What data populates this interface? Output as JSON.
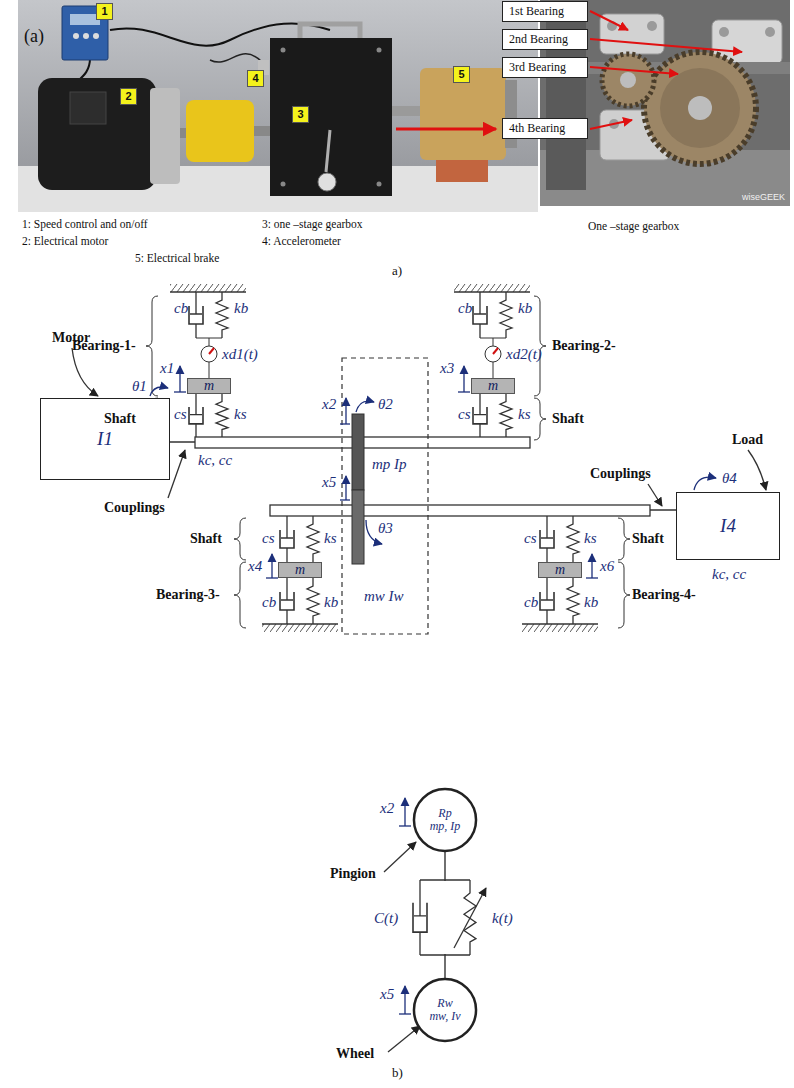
{
  "diagram": {
    "nodes": [
      {
        "text": [
          "1"
        ]
      },
      {
        "text": [
          "2"
        ]
      },
      {
        "text": [
          "3"
        ]
      },
      {
        "text": [
          "4"
        ]
      },
      {
        "text": [
          "5"
        ]
      },
      {
        "text": [
          "1st Bearing"
        ]
      },
      {
        "text": [
          "2nd Bearing"
        ]
      },
      {
        "text": [
          "3rd Bearing"
        ]
      },
      {
        "text": [
          "4th Bearing"
        ]
      },
      {
        "text": [
          "I1"
        ]
      },
      {
        "text": [
          "m"
        ]
      },
      {
        "text": [
          "m"
        ]
      },
      {
        "text": [
          "m"
        ]
      },
      {
        "text": [
          "m"
        ]
      },
      {
        "text": [
          "I4"
        ]
      },
      {
        "text": [
          "Rp",
          "mp, Ip"
        ]
      },
      {
        "text": [
          "Rw",
          "mw, Iv"
        ]
      }
    ],
    "edges": [
      {
        "from": 15,
        "to": 16,
        "arrow": "none"
      }
    ],
    "labels": [
      "(a)",
      "1: Speed control and on/off",
      "3: one –stage gearbox",
      "2: Electrical motor",
      "4: Accelerometer",
      "5: Electrical brake",
      "One –stage gearbox",
      "wiseGEEK",
      "a)",
      "Bearing-1-",
      "cb",
      "kb",
      "xd1(t)",
      "Bearing-2-",
      "cb",
      "kb",
      "xd2(t)",
      "Motor",
      "x1",
      "x3",
      "x2",
      "θ2",
      "θ1",
      "Shaft",
      "cs",
      "ks",
      "cs",
      "ks",
      "Shaft",
      "kc, cc",
      "mp Ip",
      "Load",
      "θ4",
      "Couplings",
      "x5",
      "Couplings",
      "θ3",
      "cs",
      "ks",
      "Shaft",
      "cs",
      "ks",
      "Shaft",
      "x4",
      "x6",
      "kc, cc",
      "mw Iw",
      "Bearing-3-",
      "cb",
      "kb",
      "cb",
      "kb",
      "Bearing-4-",
      "x2",
      "Pingion",
      "C(t)",
      "k(t)",
      "x5",
      "Wheel",
      "b)"
    ]
  }
}
